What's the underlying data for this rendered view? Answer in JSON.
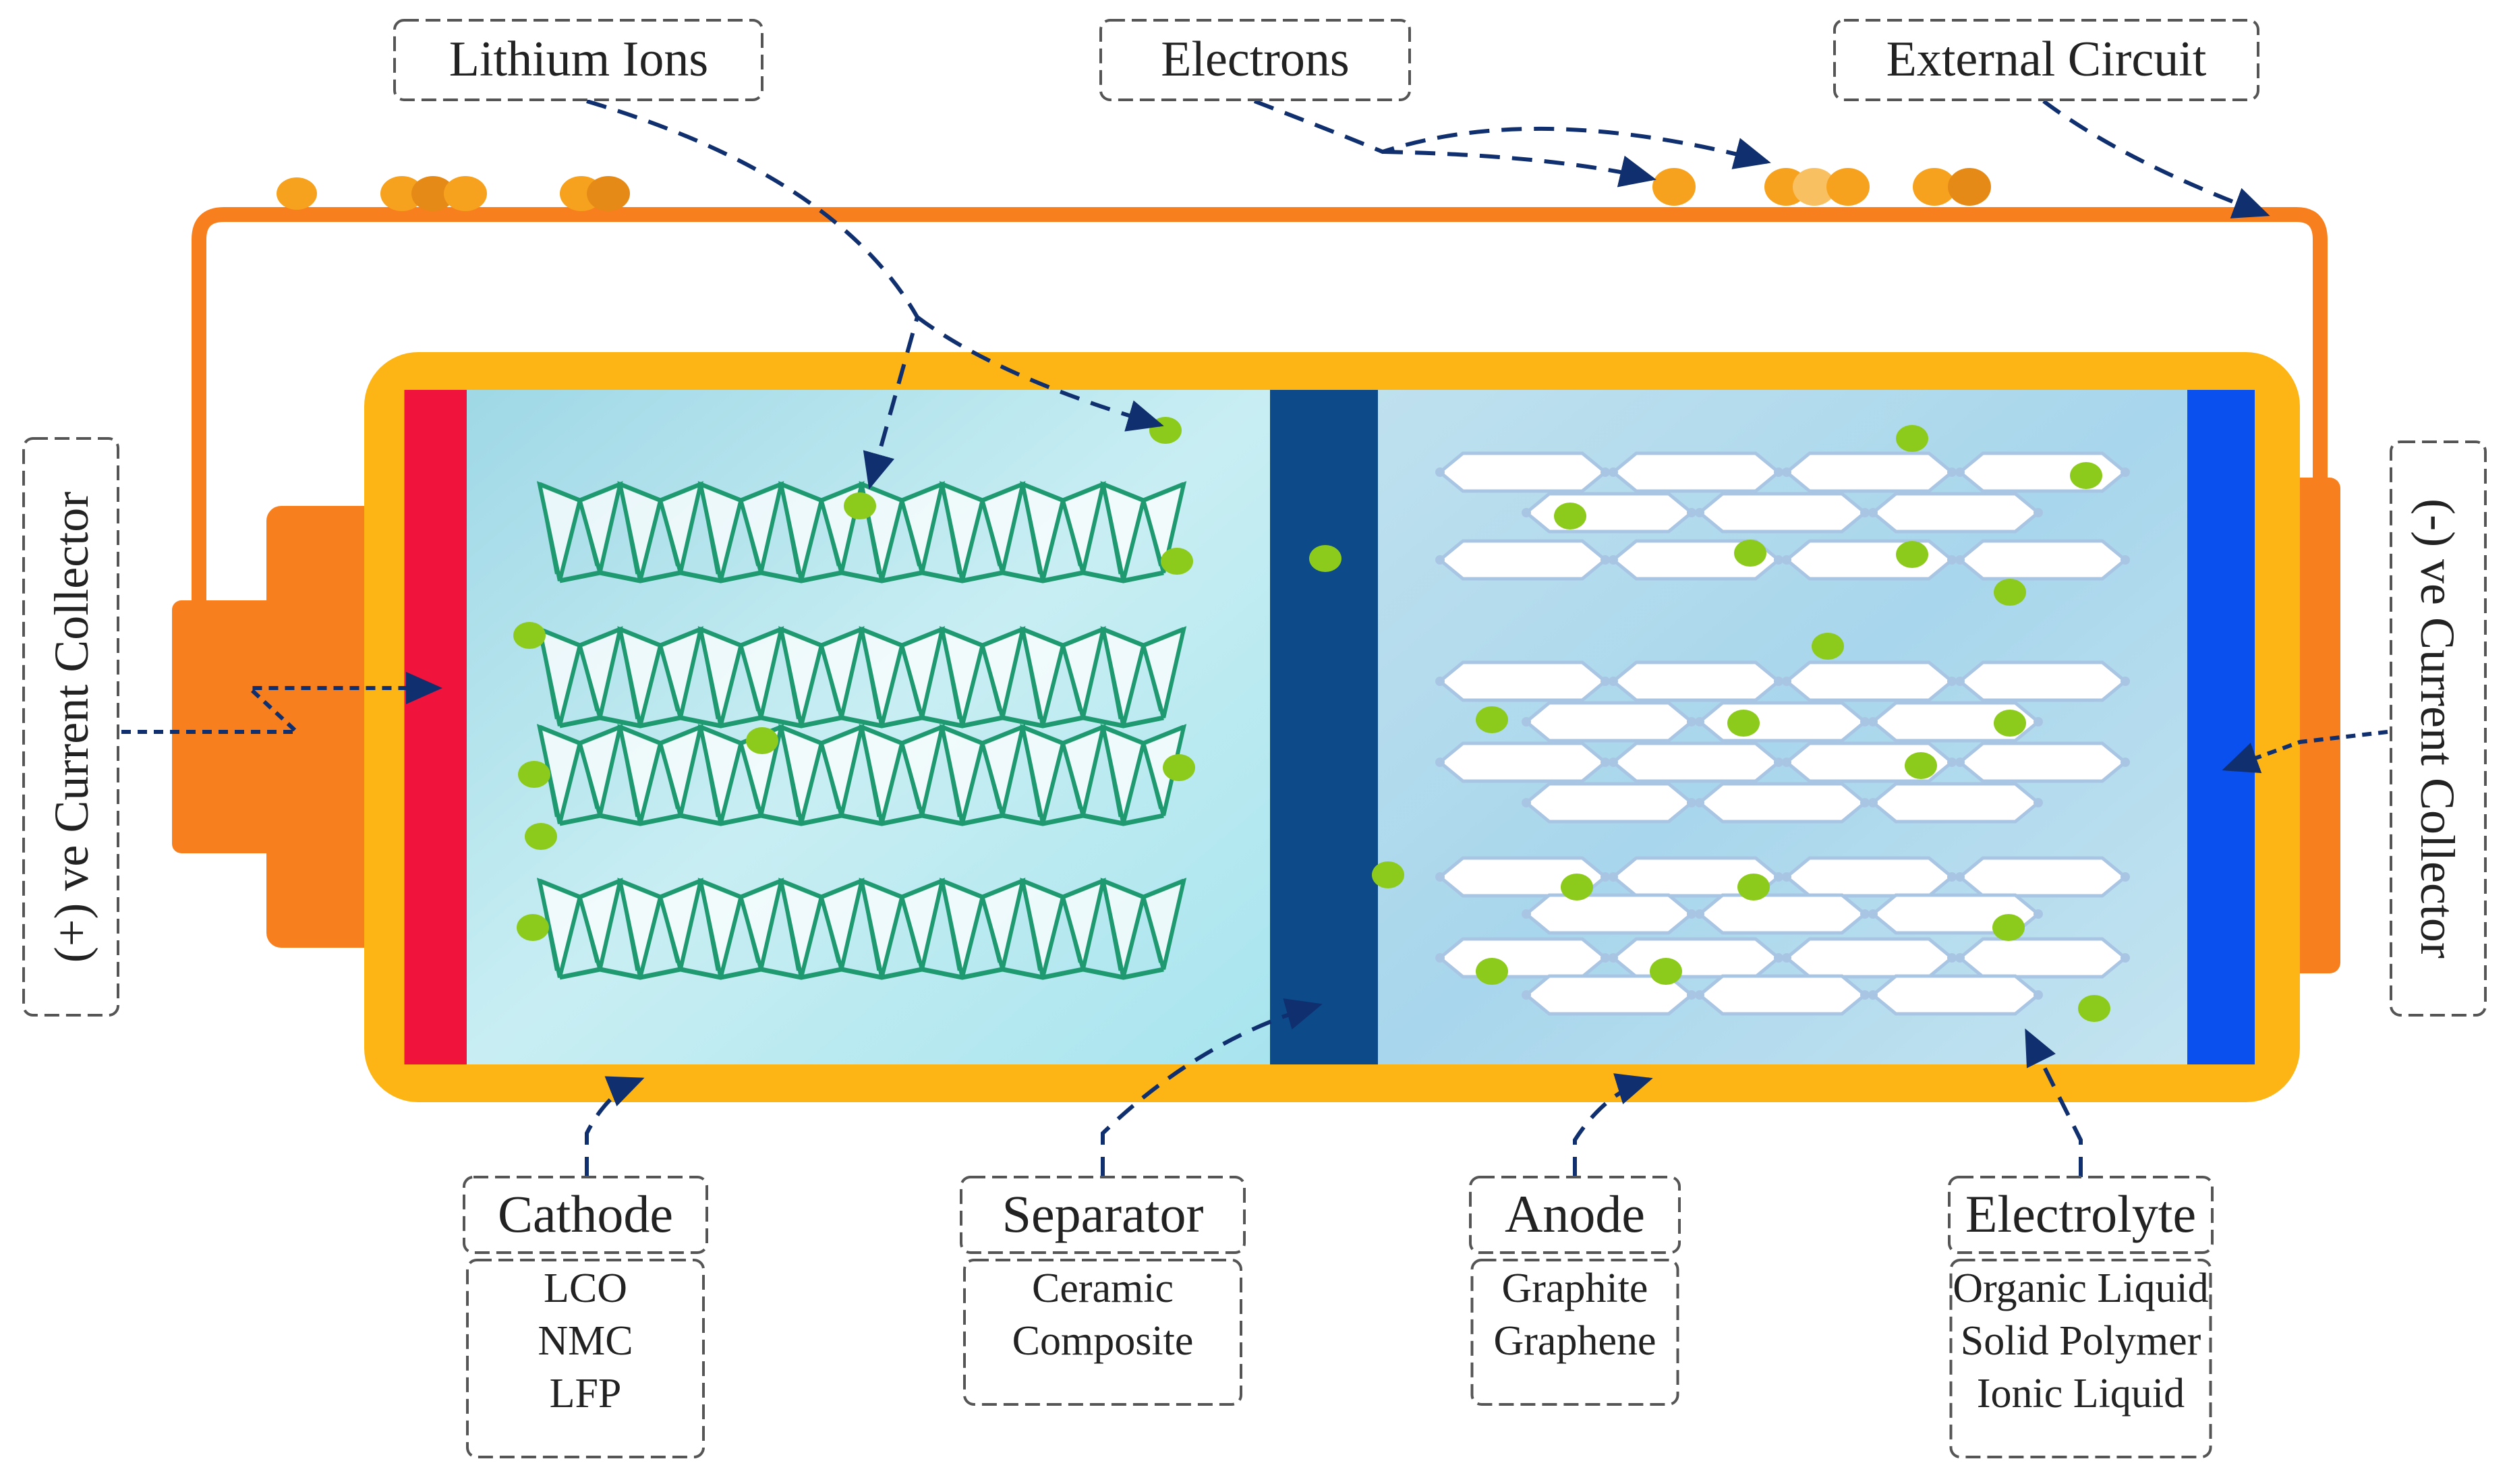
{
  "labels": {
    "lithium_ions": "Lithium Ions",
    "electrons": "Electrons",
    "external_circuit": "External Circuit",
    "positive_collector": "(+) ve Current Collector",
    "negative_collector": "(-) ve Current Collector"
  },
  "components": [
    {
      "id": "cathode",
      "title": "Cathode",
      "materials": [
        "LCO",
        "NMC",
        "LFP"
      ]
    },
    {
      "id": "separator",
      "title": "Separator",
      "materials": [
        "Ceramic",
        "Composite"
      ]
    },
    {
      "id": "anode",
      "title": "Anode",
      "materials": [
        "Graphite",
        "Graphene"
      ]
    },
    {
      "id": "electrolyte",
      "title": "Electrolyte",
      "materials": [
        "Organic Liquid",
        "Solid Polymer",
        "Ionic Liquid"
      ]
    }
  ],
  "colors": {
    "casing": "#FDB515",
    "circuit_wire": "#F77F1E",
    "terminal": "#F77F1E",
    "cathode_collector": "#F0143C",
    "anode_collector": "#0A50EE",
    "separator": "#0D4A8A",
    "electrolyte_left": "#BDE7F0",
    "electrolyte_right": "#B9DDEE",
    "cathode_lattice": "#1E9970",
    "anode_lattice": "#A9C5E4",
    "lithium_ion": "#8CCB1B",
    "electron": "#F6A21E",
    "leader_arrow": "#102F6E"
  },
  "icons": {
    "lithium_ion": "green-dot",
    "electron": "orange-dot"
  }
}
